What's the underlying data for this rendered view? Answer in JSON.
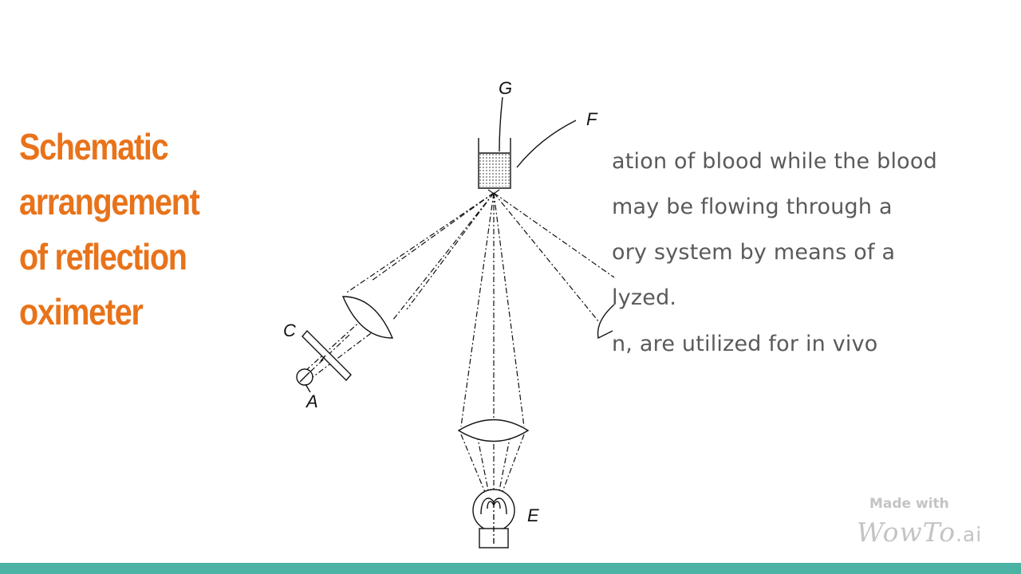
{
  "slide": {
    "title_lines": [
      "Schematic",
      "arrangement",
      "of reflection",
      "oximeter"
    ],
    "body_lines": [
      "ation of blood while the blood",
      "may be flowing through a",
      "ory system by means of a",
      "lyzed.",
      "n, are utilized for in vivo"
    ]
  },
  "diagram": {
    "labels": {
      "g": "G",
      "f": "F",
      "c": "C",
      "a": "A",
      "e": "E"
    }
  },
  "watermark": {
    "made_with": "Made with",
    "brand": "WowTo",
    "brand_suffix": ".ai"
  },
  "colors": {
    "title": "#e8731a",
    "body_text": "#5a5a5a",
    "diagram_line": "#111111",
    "bottom_bar": "#4bb3a4",
    "watermark": "#c4c4c4",
    "background": "#ffffff"
  }
}
